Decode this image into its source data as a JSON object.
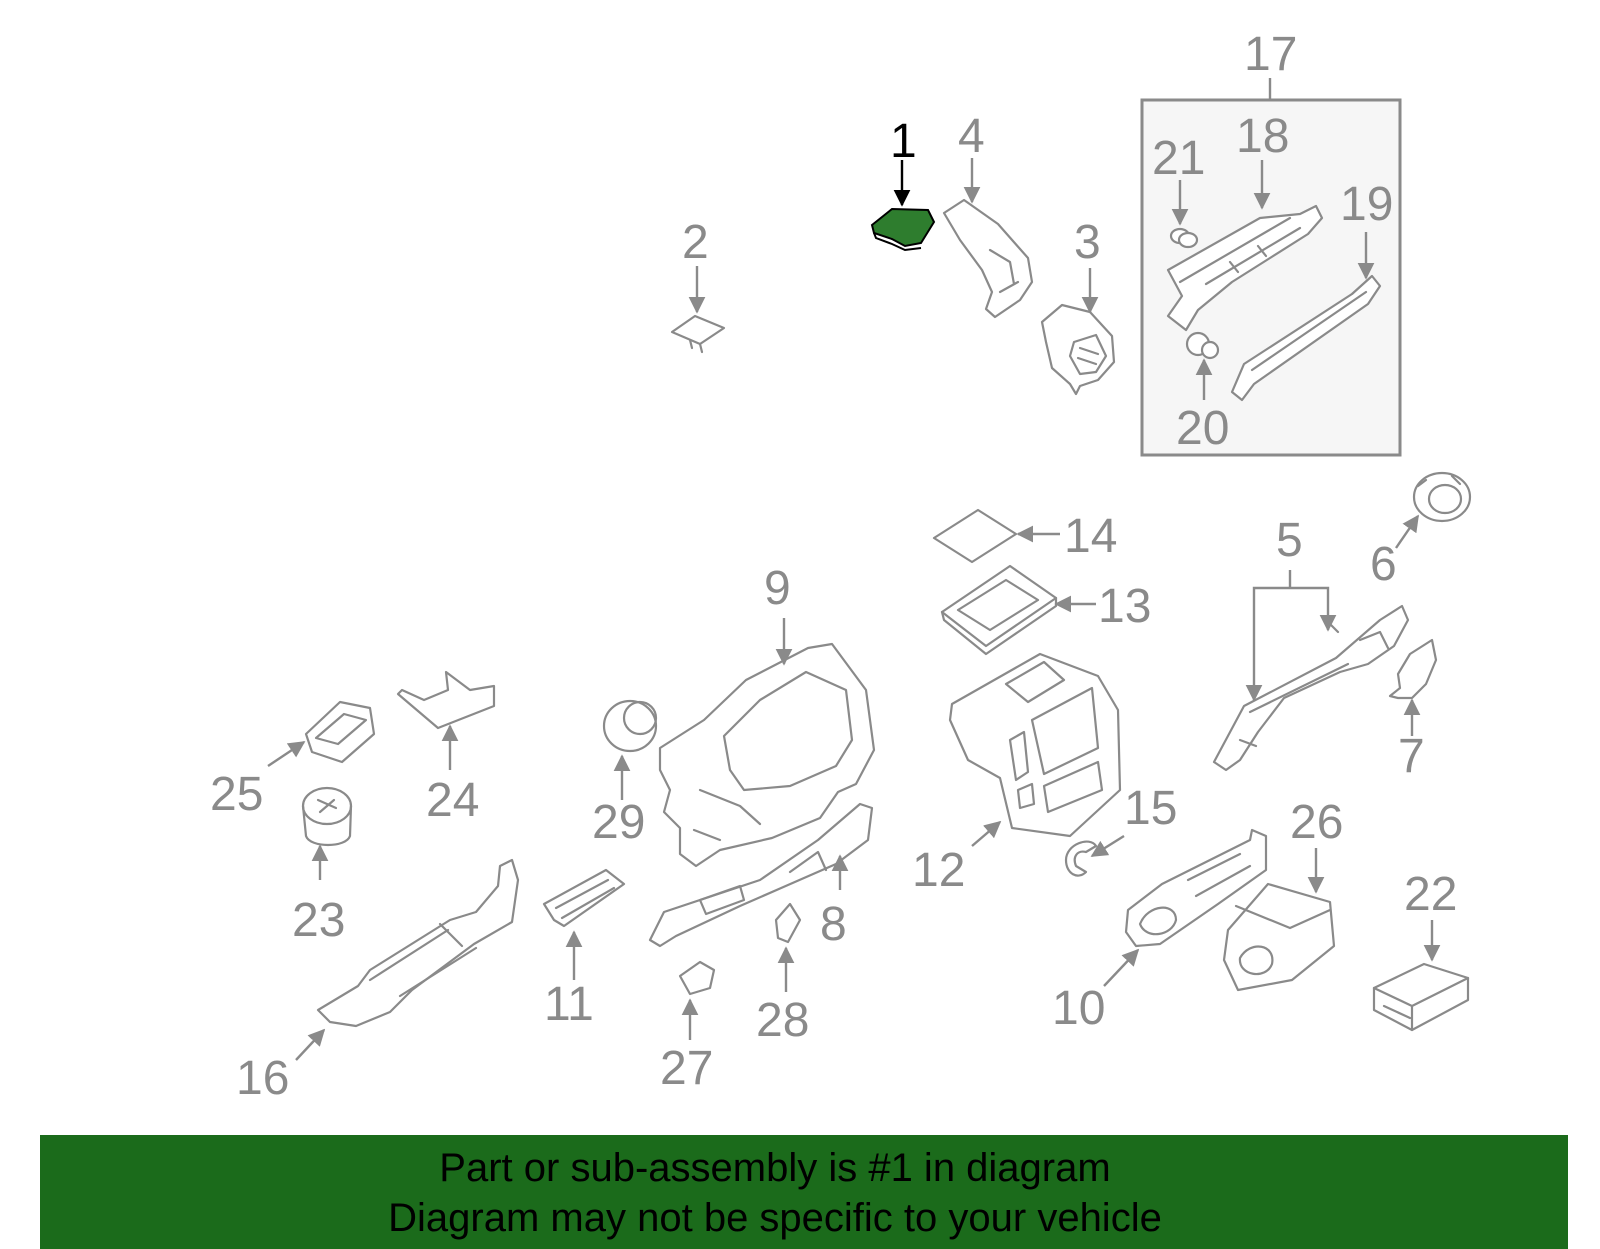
{
  "diagram": {
    "highlighted_part": "1",
    "highlight_color": "#2e7d2e",
    "line_color": "#8a8a8a",
    "labels": {
      "p1": "1",
      "p2": "2",
      "p3": "3",
      "p4": "4",
      "p5": "5",
      "p6": "6",
      "p7": "7",
      "p8": "8",
      "p9": "9",
      "p10": "10",
      "p11": "11",
      "p12": "12",
      "p13": "13",
      "p14": "14",
      "p15": "15",
      "p16": "16",
      "p17": "17",
      "p18": "18",
      "p19": "19",
      "p20": "20",
      "p21": "21",
      "p22": "22",
      "p23": "23",
      "p24": "24",
      "p25": "25",
      "p26": "26",
      "p27": "27",
      "p28": "28",
      "p29": "29"
    }
  },
  "footer": {
    "line1": "Part or sub-assembly is #1 in diagram",
    "line2": "Diagram may not be specific to your vehicle",
    "background": "#1b6b1b"
  }
}
